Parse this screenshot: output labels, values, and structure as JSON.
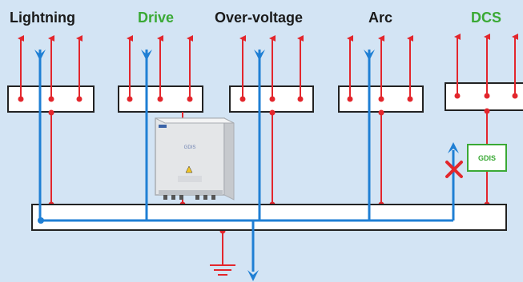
{
  "labels": {
    "lightning": "Lightning",
    "drive": "Drive",
    "overvoltage": "Over-voltage",
    "arc": "Arc",
    "dcs": "DCS",
    "gdis_box": "GDIS",
    "device_label": "GDIS"
  },
  "colors": {
    "background": "#d3e4f4",
    "red_line": "#e3262c",
    "blue_line": "#1f7fd4",
    "green_text": "#3aa935",
    "black_text": "#1a1a1a"
  }
}
